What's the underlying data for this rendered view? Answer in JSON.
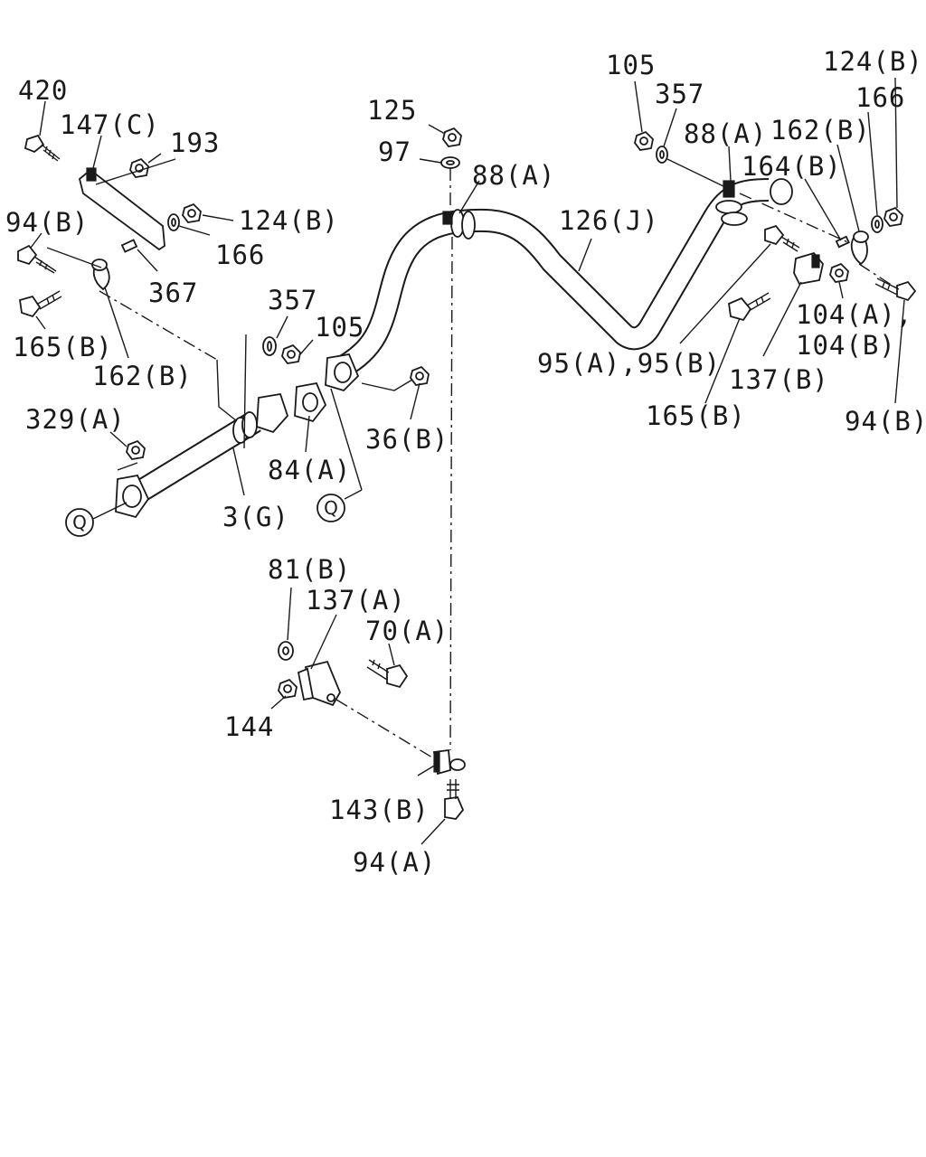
{
  "diagram": {
    "part_labels": [
      "420",
      "147(C)",
      "193",
      "124(B)",
      "166",
      "94(B)",
      "367",
      "165(B)",
      "162(B)",
      "357",
      "105",
      "329(A)",
      "3(G)",
      "84(A)",
      "36(B)",
      "125",
      "97",
      "88(A)",
      "126(J)",
      "105",
      "357",
      "88(A)",
      "124(B)",
      "166",
      "162(B)",
      "164(B)",
      "95(A),95(B)",
      "104(A),",
      "104(B)",
      "137(B)",
      "165(B)",
      "94(B)",
      "81(B)",
      "137(A)",
      "70(A)",
      "144",
      "143(B)",
      "94(A)"
    ],
    "connector_refs": [
      "Q",
      "Q"
    ]
  }
}
